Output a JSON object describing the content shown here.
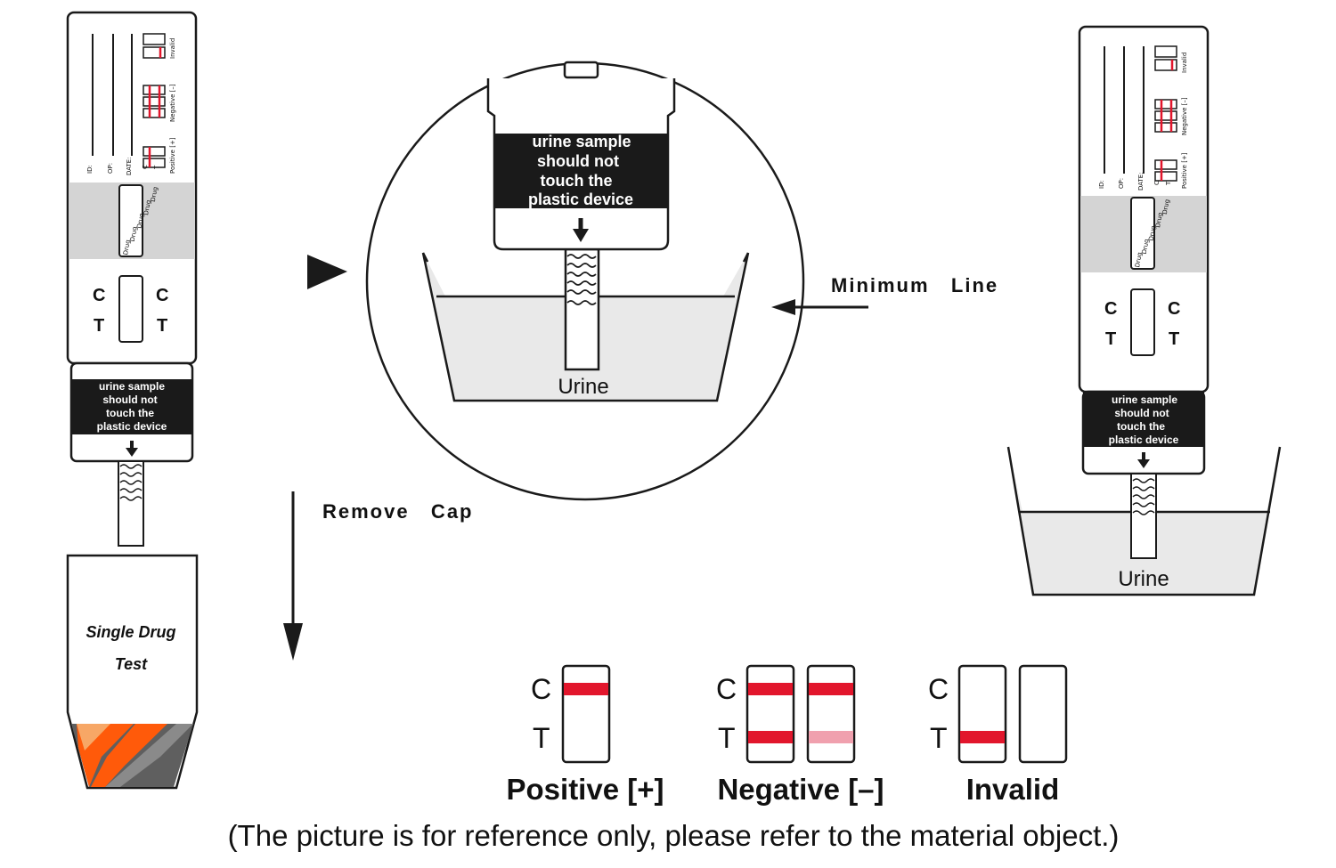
{
  "colors": {
    "ink": "#1a1a1a",
    "line_red": "#e2162c",
    "line_faint": "#f0a0ae",
    "urine": "#e9e9e9",
    "window_band": "#d4d4d4",
    "cap_orange": "#ff5a0a",
    "cap_light": "#f7a766",
    "cap_gray": "#5f5f5f"
  },
  "left_device": {
    "warning_lines": [
      "urine sample",
      "should not",
      "touch the",
      "plastic device"
    ],
    "window_letters": {
      "c": "C",
      "t": "T"
    },
    "drug_label_lines": [
      "Drug",
      "Drug",
      "Drug",
      "Drug",
      "Drug"
    ],
    "field_labels": [
      "ID:",
      "OP:",
      "DATE:"
    ],
    "mini_result_labels": [
      "Positive [+]",
      "Negative [–]",
      "Invalid"
    ],
    "mini_ct": {
      "c": "C",
      "t": "T"
    }
  },
  "cap": {
    "line1": "Single Drug",
    "line2": "Test"
  },
  "annotations": {
    "remove_cap": "Remove   Cap",
    "minimum_line": "Minimum   Line"
  },
  "zoom": {
    "warning_lines": [
      "urine sample",
      "should not",
      "touch the",
      "plastic device"
    ],
    "urine_label": "Urine"
  },
  "right_device": {
    "warning_lines": [
      "urine sample",
      "should not",
      "touch the",
      "plastic device"
    ],
    "window_letters": {
      "c": "C",
      "t": "T"
    },
    "drug_label_lines": [
      "Drug",
      "Drug",
      "Drug",
      "Drug",
      "Drug"
    ],
    "field_labels": [
      "ID:",
      "OP:",
      "DATE:"
    ],
    "mini_result_labels": [
      "Positive [+]",
      "Negative [–]",
      "Invalid"
    ],
    "mini_ct": {
      "c": "C",
      "t": "T"
    },
    "urine_label": "Urine"
  },
  "results": {
    "c_label": "C",
    "t_label": "T",
    "positive_label": "Positive [+]",
    "negative_label": "Negative [–]",
    "invalid_label": "Invalid"
  },
  "footnote": "(The picture is for reference only, please refer to the material object.)"
}
